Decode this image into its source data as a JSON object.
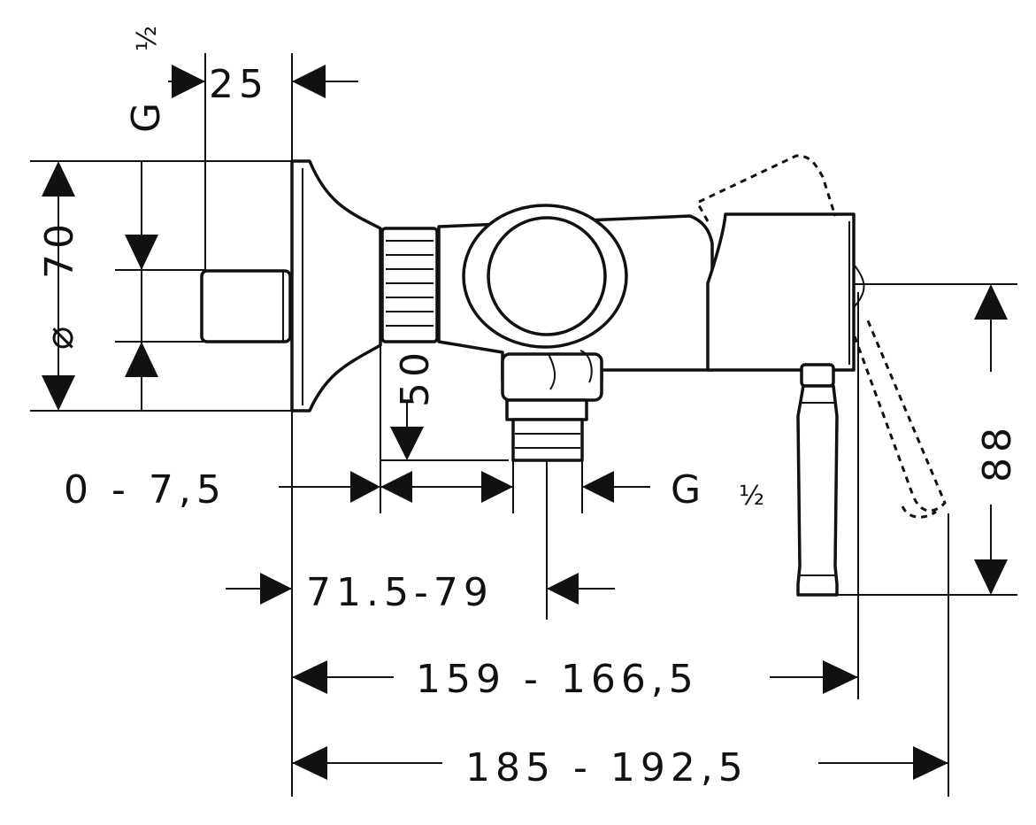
{
  "dimensions": {
    "thread_top": "G",
    "thread_top_fraction": "½",
    "width_25": "25",
    "diameter_symbol": "⌀",
    "diameter_value": "70",
    "height_50": "50",
    "offset_range": "0 - 7,5",
    "thread_bottom": "G",
    "thread_bottom_fraction": "½",
    "outlet_range": "71.5-79",
    "height_88": "88",
    "length_159": "159 - 166,5",
    "length_185": "185 - 192,5"
  }
}
